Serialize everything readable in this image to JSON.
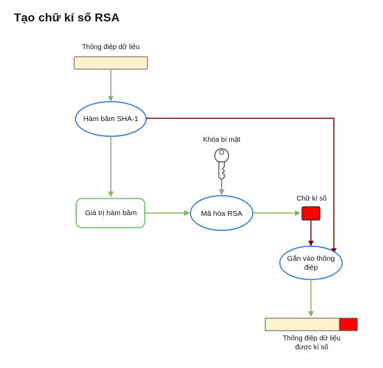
{
  "title": "Tạo chữ kí số RSA",
  "labels": {
    "input_data": "Thông điệp dữ liệu",
    "private_key": "Khóa bí mật",
    "signature": "Chữ kí số",
    "output_line1": "Thông điệp dữ liệu",
    "output_line2": "được kí số"
  },
  "nodes": {
    "hash": "Hàm băm SHA-1",
    "hash_value": "Giá trị hàm băm",
    "rsa": "Mã hóa RSA",
    "attach_line1": "Gắn vào thông",
    "attach_line2": "điệp"
  },
  "colors": {
    "data_fill": "#fff2cc",
    "node_stroke_blue": "#1f6fe0",
    "node_stroke_green": "#5ec15e",
    "arrow_green": "#82b366",
    "arrow_dark_red": "#7a0000",
    "signature_red": "#ff0000",
    "key_gray": "#999999"
  },
  "icons": [
    "key-icon"
  ]
}
